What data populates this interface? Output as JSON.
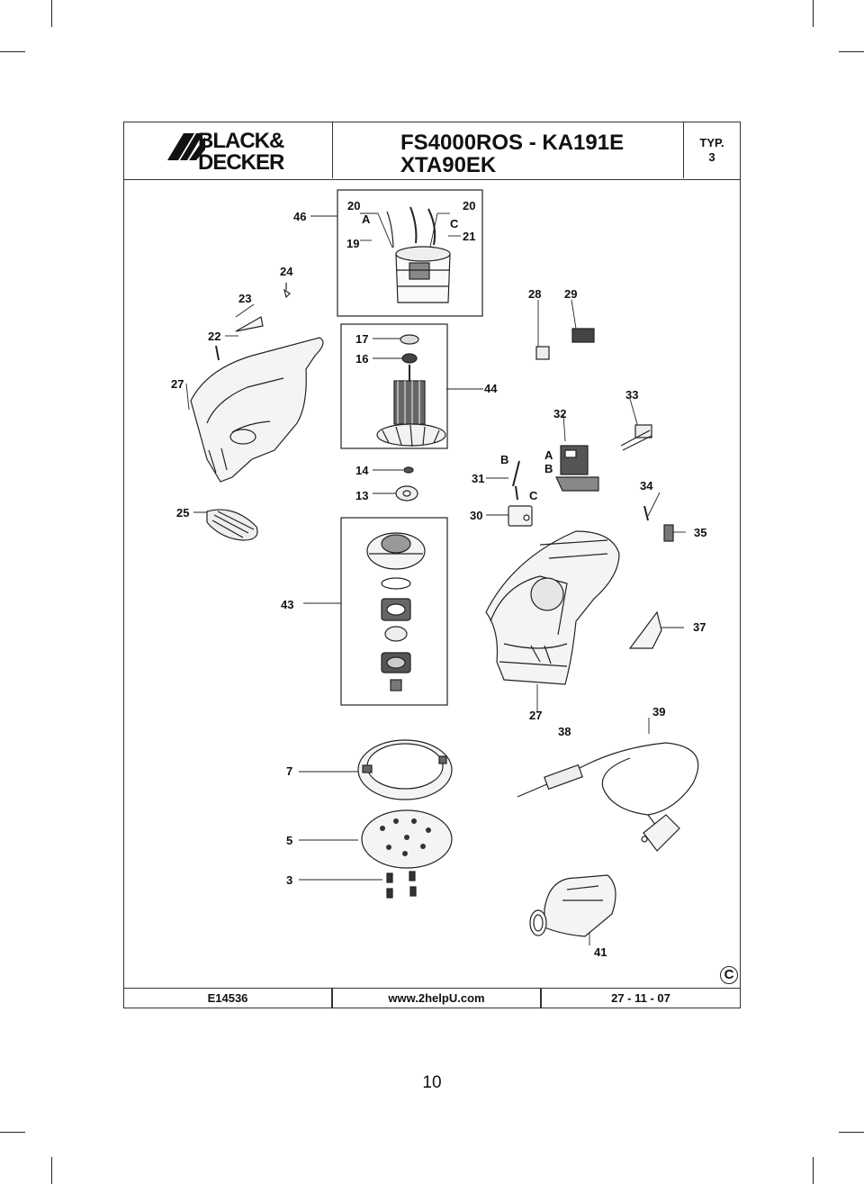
{
  "header": {
    "brand_line1": "BLACK&",
    "brand_line2": "DECKER",
    "model_line1": "FS4000ROS - KA191E",
    "model_line2": "XTA90EK",
    "typ_label": "TYP.",
    "typ_number": "3"
  },
  "part_labels": [
    "46",
    "20",
    "A",
    "C",
    "20",
    "19",
    "21",
    "24",
    "23",
    "28",
    "29",
    "22",
    "17",
    "16",
    "27",
    "44",
    "33",
    "32",
    "14",
    "31",
    "B",
    "A",
    "B",
    "13",
    "C",
    "34",
    "25",
    "30",
    "35",
    "43",
    "37",
    "27",
    "38",
    "39",
    "7",
    "5",
    "3",
    "41"
  ],
  "footer": {
    "code": "E14536",
    "url": "www.2helpU.com",
    "date": "27 - 11 - 07"
  },
  "copyright_symbol": "C",
  "page_number": "10"
}
